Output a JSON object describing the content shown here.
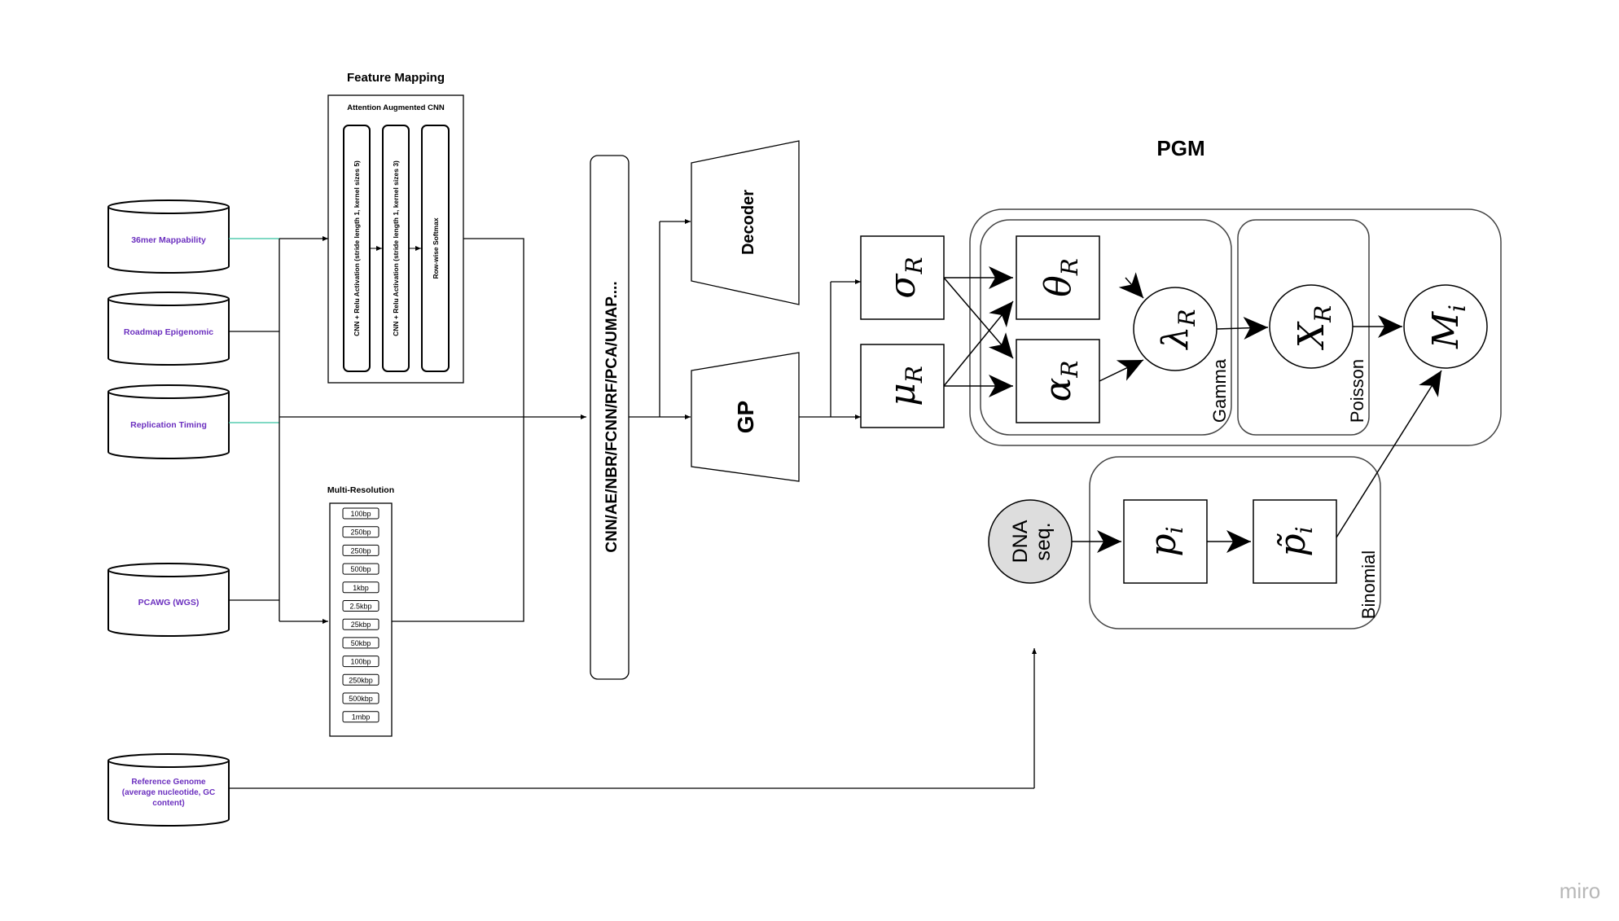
{
  "sources": {
    "mappability": "36mer Mappability",
    "roadmap": "Roadmap Epigenomic",
    "replication": "Replication Timing",
    "pcawg": "PCAWG  (WGS)",
    "reference_line1": "Reference Genome",
    "reference_line2": "(average nucleotide, GC",
    "reference_line3": "content)"
  },
  "feature_mapping": {
    "title": "Feature Mapping",
    "cnn_title": "Attention Augmented CNN",
    "layer1": "CNN + Relu Activation (stride length 1, kernel sizes 5)",
    "layer2": "CNN + Relu Activation (stride length 1, kernel sizes 3)",
    "layer3": "Row-wise Softmax"
  },
  "multi_resolution": {
    "title": "Multi-Resolution",
    "items": [
      "100bp",
      "250bp",
      "250bp",
      "500bp",
      "1kbp",
      "2.5kbp",
      "25kbp",
      "50kbp",
      "100bp",
      "250kbp",
      "500kbp",
      "1mbp"
    ]
  },
  "encoder_label": "CNN/AE/NBR/FCNN/RF/PCA/UMAP....",
  "decoder_label": "Decoder",
  "gp_label": "GP",
  "pgm": {
    "title": "PGM",
    "sigma": "σ",
    "mu": "μ",
    "theta": "θ",
    "alpha": "α",
    "lambda": "λ",
    "x": "X",
    "m": "M",
    "sub_r": "R",
    "sub_i": "i",
    "p": "p",
    "p_tilde": "p̃",
    "dna_line1": "DNA",
    "dna_line2": "seq.",
    "gamma": "Gamma",
    "poisson": "Poisson",
    "binomial": "Binomial"
  },
  "watermark": "miro",
  "colors": {
    "source_text": "#6b2fbf",
    "teal_line": "#35c2a0",
    "dna_fill": "#dddddd"
  }
}
